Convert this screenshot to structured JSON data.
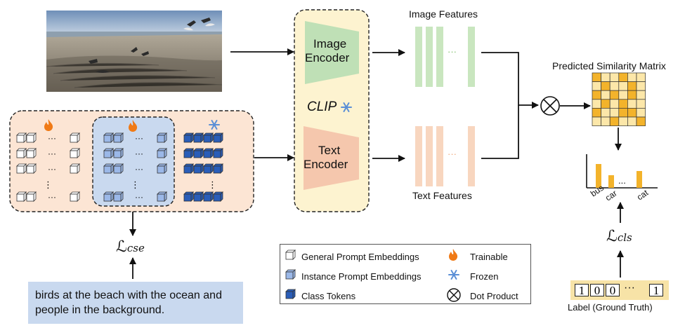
{
  "labels": {
    "image_encoder": [
      "Image",
      "Encoder"
    ],
    "text_encoder": [
      "Text",
      "Encoder"
    ],
    "clip": "CLIP",
    "image_features": "Image Features",
    "text_features": "Text Features",
    "similarity_matrix": "Predicted Similarity Matrix",
    "loss_cse": "cse",
    "loss_cls": "cls",
    "loss_symbol": "ℒ",
    "dots": "···",
    "vdots": "⋮"
  },
  "caption": "birds at the beach with the ocean and people in the background.",
  "bar_chart": {
    "categories": [
      "bus",
      "car",
      "...",
      "cat"
    ],
    "values": [
      0.85,
      0.45,
      null,
      0.6
    ]
  },
  "ground_truth": {
    "values": [
      "1",
      "0",
      "0",
      "1"
    ],
    "ellipsis": "···",
    "label": "Label (Ground Truth)"
  },
  "legend": {
    "items": [
      {
        "label": "General Prompt Embeddings",
        "icon": "white-cube-icon"
      },
      {
        "label": "Instance Prompt Embeddings",
        "icon": "light-blue-cube-icon"
      },
      {
        "label": "Class Tokens",
        "icon": "dark-blue-cube-icon"
      },
      {
        "label": "Trainable",
        "icon": "flame-icon"
      },
      {
        "label": "Frozen",
        "icon": "snowflake-icon"
      },
      {
        "label": "Dot Product",
        "icon": "dot-product-icon"
      }
    ]
  },
  "colors": {
    "prompt_panel": "#fce5d4",
    "instance_panel": "#c9d9ef",
    "clip_panel": "#fdf3d0",
    "image_encoder": "#bfe0b6",
    "text_encoder": "#f5c7ad",
    "image_feature_bar": "#c9e6bf",
    "text_feature_bar": "#f8d6bf",
    "matrix_highlight": "#f3b32b",
    "matrix_light": "#fce7a9",
    "bar_color": "#f3b32b",
    "general_cube": "#ffffff",
    "instance_cube": "#9bb8e8",
    "class_cube": "#2a5db8",
    "flame": "#f07a16",
    "snowflake": "#5b8fd6"
  }
}
